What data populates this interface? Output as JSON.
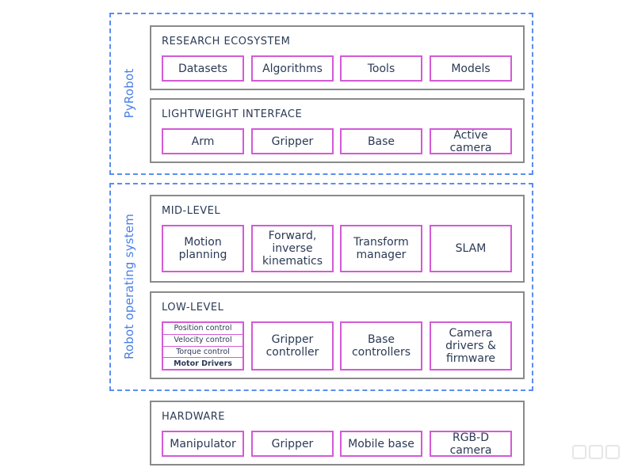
{
  "groups": {
    "pyrobot": {
      "label": "PyRobot"
    },
    "ros": {
      "label": "Robot operating system"
    }
  },
  "layers": {
    "research": {
      "title": "RESEARCH ECOSYSTEM",
      "items": [
        "Datasets",
        "Algorithms",
        "Tools",
        "Models"
      ]
    },
    "interface": {
      "title": "LIGHTWEIGHT INTERFACE",
      "items": [
        "Arm",
        "Gripper",
        "Base",
        "Active camera"
      ]
    },
    "midlevel": {
      "title": "MID-LEVEL",
      "items": [
        "Motion\nplanning",
        "Forward,\ninverse\nkinematics",
        "Transform\nmanager",
        "SLAM"
      ]
    },
    "lowlevel": {
      "title": "LOW-LEVEL",
      "motor_stack": [
        "Position control",
        "Velocity control",
        "Torque control",
        "Motor Drivers"
      ],
      "items": [
        "Gripper\ncontroller",
        "Base\ncontrollers",
        "Camera\ndrivers &\nfirmware"
      ]
    },
    "hardware": {
      "title": "HARDWARE",
      "items": [
        "Manipulator",
        "Gripper",
        "Mobile base",
        "RGB-D camera"
      ]
    }
  },
  "colors": {
    "group_border": "#5b8def",
    "layer_border": "#8a8a8a",
    "box_border": "#d45ad6",
    "text": "#2b3a55"
  }
}
